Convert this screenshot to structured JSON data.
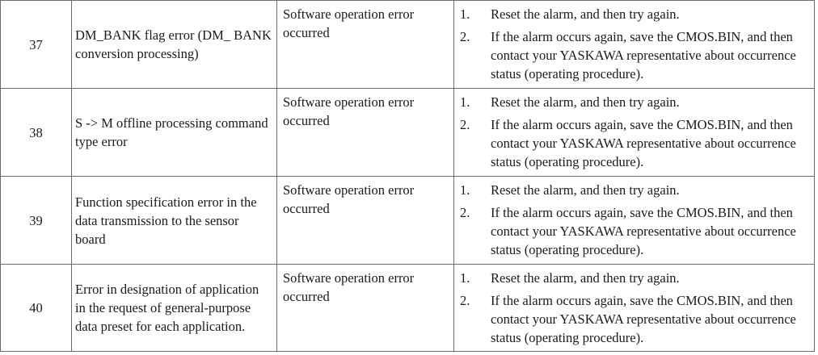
{
  "rows": [
    {
      "number": "37",
      "description": "DM_BANK flag error (DM_ BANK conversion processing)",
      "cause": "Software operation error occurred",
      "remedy": [
        {
          "n": "1.",
          "text": "Reset the alarm, and then try again."
        },
        {
          "n": "2.",
          "text": "If the alarm occurs again, save the CMOS.BIN, and then contact your YASKAWA representative about occurrence status (operating procedure)."
        }
      ]
    },
    {
      "number": "38",
      "description": "S -> M offline processing command type error",
      "cause": "Software operation error occurred",
      "remedy": [
        {
          "n": "1.",
          "text": "Reset the alarm, and then try again."
        },
        {
          "n": "2.",
          "text": "If the alarm occurs again, save the CMOS.BIN, and then contact your YASKAWA representative about occurrence status (operating procedure)."
        }
      ]
    },
    {
      "number": "39",
      "description": "Function specification error in the data transmission to the sensor board",
      "cause": "Software operation error occurred",
      "remedy": [
        {
          "n": "1.",
          "text": "Reset the alarm, and then try again."
        },
        {
          "n": "2.",
          "text": "If the alarm occurs again, save the CMOS.BIN, and then contact your YASKAWA representative about occurrence status (operating procedure)."
        }
      ]
    },
    {
      "number": "40",
      "description": "Error in designation of application in the request of general-purpose data preset for each application.",
      "cause": "Software operation error occurred",
      "remedy": [
        {
          "n": "1.",
          "text": "Reset the alarm, and then try again."
        },
        {
          "n": "2.",
          "text": "If the alarm occurs again, save the CMOS.BIN, and then contact your YASKAWA representative about occurrence status (operating procedure)."
        }
      ]
    }
  ]
}
